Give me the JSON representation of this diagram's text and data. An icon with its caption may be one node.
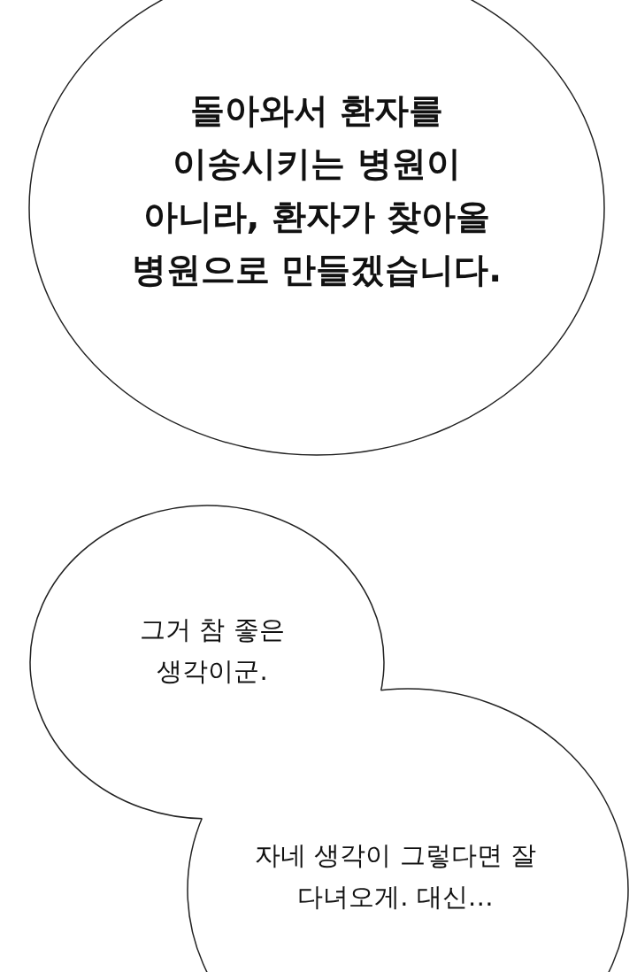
{
  "diagram": {
    "nodes": [
      {
        "text": [
          "돌아와서 환자를 이송시키는 병원이 아니라, 환자가 찾아올 병원으로 만들겠습니다."
        ]
      },
      {
        "text": [
          "그거 참 좋은 생각이군."
        ]
      },
      {
        "text": [
          "자네 생각이 그렇다면 잘 다녀오게. 대신…"
        ]
      }
    ],
    "edges": []
  }
}
